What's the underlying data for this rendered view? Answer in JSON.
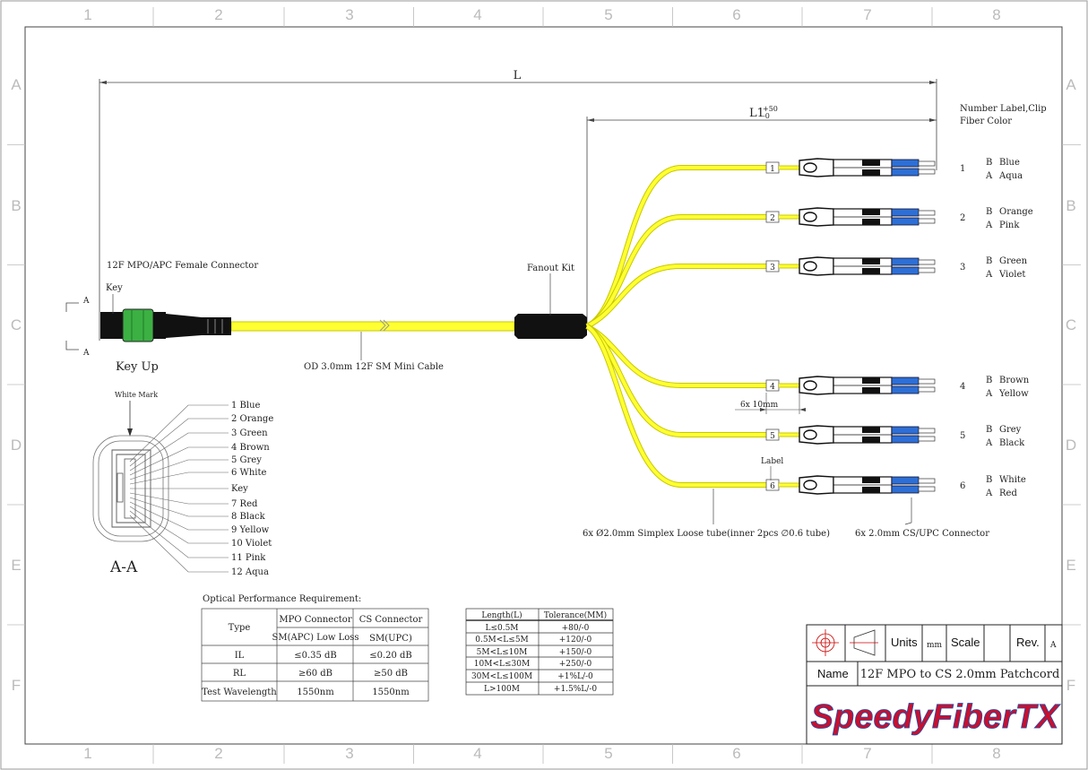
{
  "grid": {
    "cols": [
      "1",
      "2",
      "3",
      "4",
      "5",
      "6",
      "7",
      "8"
    ],
    "rows": [
      "A",
      "B",
      "C",
      "D",
      "E",
      "F"
    ]
  },
  "dims": {
    "L": "L",
    "L1": "L1",
    "L1_sup": "+50",
    "L1_sub": "-0",
    "label_width": "6x 10mm"
  },
  "header_notes": {
    "line1": "Number Label,Clip",
    "line2": "Fiber Color"
  },
  "mpo": {
    "connector_label": "12F MPO/APC Female Connector",
    "key_label": "Key",
    "section_mark": "A",
    "key_up": "Key Up",
    "cable_label": "OD 3.0mm 12F SM Mini Cable"
  },
  "fanout_label": "Fanout Kit",
  "tube_label": "6x Ø2.0mm Simplex Loose tube(inner 2pcs ∅0.6 tube)",
  "cs_connector_label": "6x 2.0mm CS/UPC Connector",
  "label_callout": "Label",
  "legs": [
    {
      "num": "1",
      "b": "Blue",
      "a": "Aqua"
    },
    {
      "num": "2",
      "b": "Orange",
      "a": "Pink"
    },
    {
      "num": "3",
      "b": "Green",
      "a": "Violet"
    },
    {
      "num": "4",
      "b": "Brown",
      "a": "Yellow"
    },
    {
      "num": "5",
      "b": "Grey",
      "a": "Black"
    },
    {
      "num": "6",
      "b": "White",
      "a": "Red"
    }
  ],
  "leg_prefix": {
    "b": "B",
    "a": "A"
  },
  "section_view": {
    "white_mark": "White Mark",
    "title": "A-A",
    "fibers": [
      "1 Blue",
      "2 Orange",
      "3 Green",
      "4 Brown",
      "5 Grey",
      "6 White",
      "Key",
      "7 Red",
      "8 Black",
      "9 Yellow",
      "10 Violet",
      "11 Pink",
      "12 Aqua"
    ]
  },
  "optical": {
    "title": "Optical Performance Requirement:",
    "col_type": "Type",
    "col_mpo": "MPO Connector",
    "col_cs": "CS Connector",
    "sub_mpo": "SM(APC) Low Loss",
    "sub_cs": "SM(UPC)",
    "rows": [
      {
        "name": "IL",
        "mpo": "≤0.35 dB",
        "cs": "≤0.20 dB"
      },
      {
        "name": "RL",
        "mpo": "≥60 dB",
        "cs": "≥50 dB"
      },
      {
        "name": "Test Wavelength",
        "mpo": "1550nm",
        "cs": "1550nm"
      }
    ]
  },
  "tolerance": {
    "col_length": "Length(L)",
    "col_tol": "Tolerance(MM)",
    "rows": [
      {
        "len": "L≤0.5M",
        "tol": "+80/-0"
      },
      {
        "len": "0.5M<L≤5M",
        "tol": "+120/-0"
      },
      {
        "len": "5M<L≤10M",
        "tol": "+150/-0"
      },
      {
        "len": "10M<L≤30M",
        "tol": "+250/-0"
      },
      {
        "len": "30M<L≤100M",
        "tol": "+1%L/-0"
      },
      {
        "len": "L>100M",
        "tol": "+1.5%L/-0"
      }
    ]
  },
  "title_block": {
    "units": "Units",
    "units_val": "mm",
    "scale": "Scale",
    "rev": "Rev.",
    "rev_val": "A",
    "name": "Name",
    "name_val": "12F MPO to CS 2.0mm Patchcord",
    "brand": "SpeedyFiberTX"
  },
  "colors": {
    "cable": "#ffff33",
    "cable_edge": "#c8c800",
    "mpo_green": "#3cb043",
    "cs_blue": "#2d6fd6",
    "brand_red": "#c8102e",
    "brand_blue": "#1f4fb0"
  }
}
